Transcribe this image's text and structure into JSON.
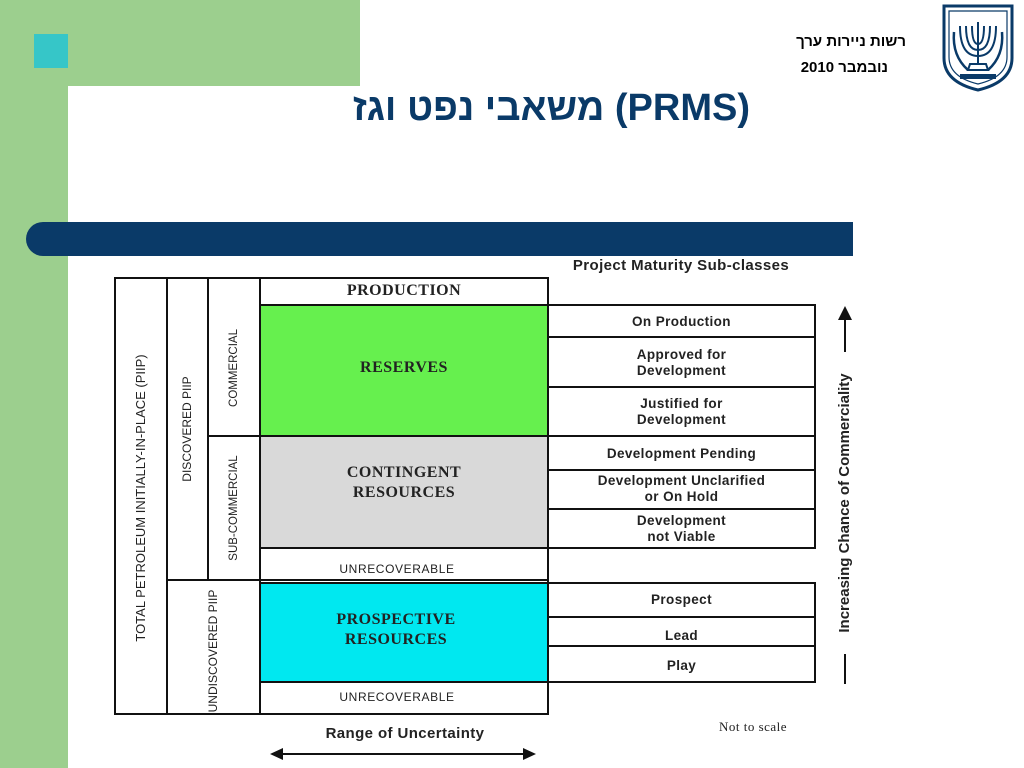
{
  "header": {
    "org_name": "רשות ניירות ערך",
    "date": "נובמבר 2010",
    "title": "משאבי נפט וגז (PRMS)"
  },
  "colors": {
    "green_panel": "#9ccf8e",
    "teal_square": "#36c6c8",
    "navy_bar": "#0a3a68",
    "reserves": "#66f04e",
    "contingent": "#d9d9d9",
    "prospective": "#00e8f0"
  },
  "diagram": {
    "column_header": "Project Maturity Sub-classes",
    "total_label": "TOTAL PETROLEUM INITIALLY-IN-PLACE (PIIP)",
    "discovered_label": "DISCOVERED PIIP",
    "undiscovered_label": "UNDISCOVERED PIIP",
    "commercial_label": "COMMERCIAL",
    "subcommercial_label": "SUB-COMMERCIAL",
    "production": "PRODUCTION",
    "reserves": "RESERVES",
    "contingent_line1": "CONTINGENT",
    "contingent_line2": "RESOURCES",
    "unrecoverable_1": "UNRECOVERABLE",
    "prospective_line1": "PROSPECTIVE",
    "prospective_line2": "RESOURCES",
    "unrecoverable_2": "UNRECOVERABLE",
    "subclasses": [
      {
        "line1": "On Production",
        "line2": ""
      },
      {
        "line1": "Approved for",
        "line2": "Development"
      },
      {
        "line1": "Justified for",
        "line2": "Development"
      },
      {
        "line1": "Development Pending",
        "line2": ""
      },
      {
        "line1": "Development Unclarified",
        "line2": "or On Hold"
      },
      {
        "line1": "Development",
        "line2": "not Viable"
      },
      {
        "line1": "Prospect",
        "line2": ""
      },
      {
        "line1": "Lead",
        "line2": ""
      },
      {
        "line1": "Play",
        "line2": ""
      }
    ],
    "commerciality_label": "Increasing Chance of Commerciality",
    "uncertainty_label": "Range of Uncertainty",
    "scale_note": "Not to scale"
  }
}
